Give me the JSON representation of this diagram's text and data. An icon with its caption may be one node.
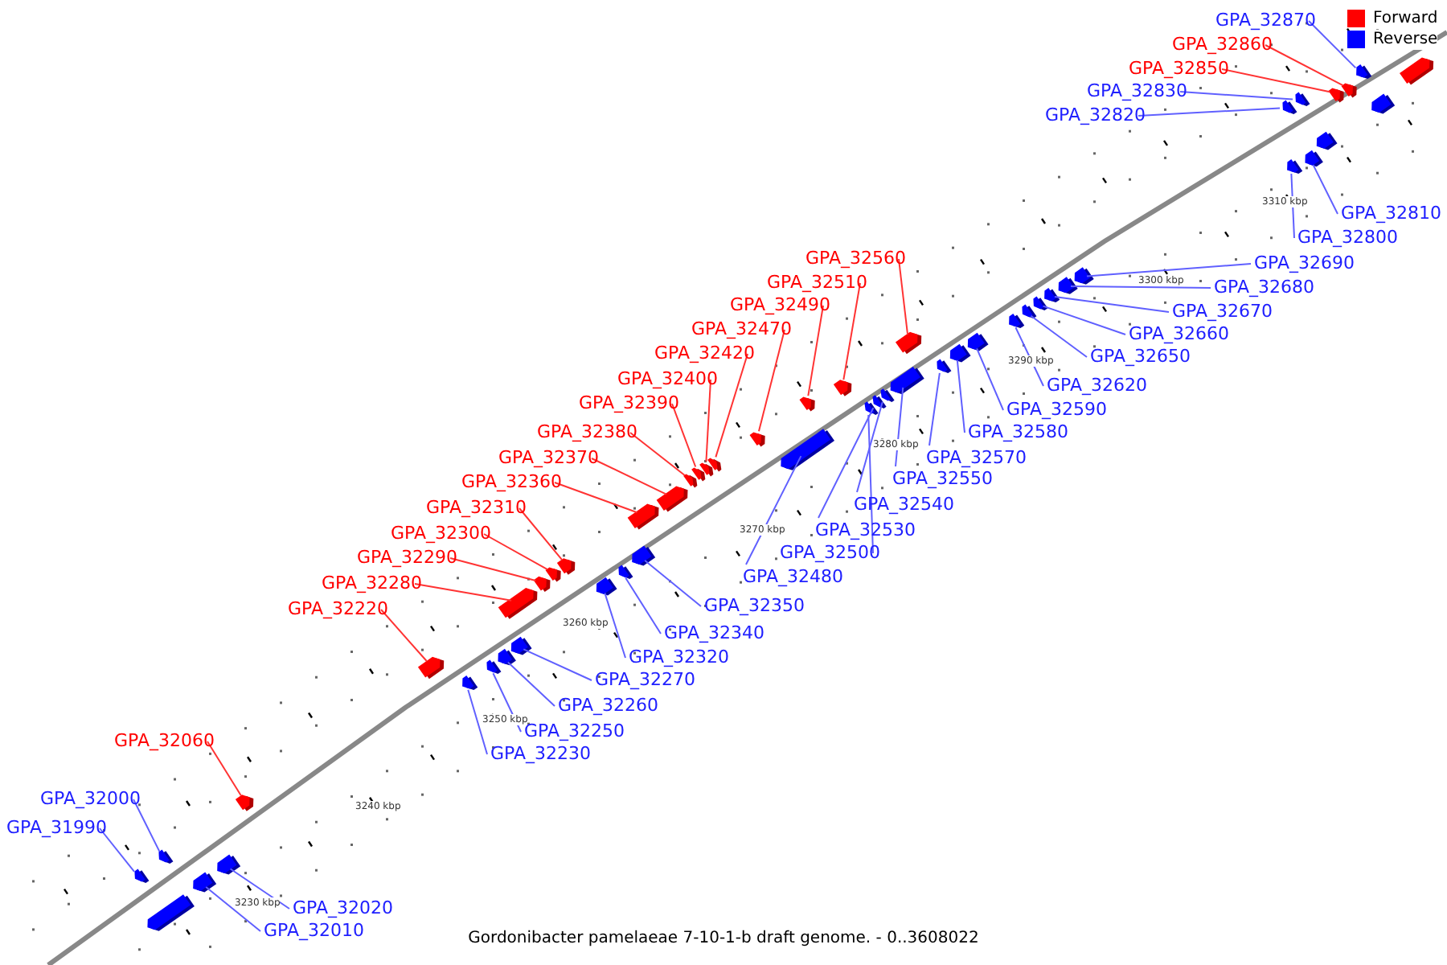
{
  "diagram": {
    "caption": "Gordonibacter pamelaeae 7-10-1-b draft genome. - 0..3608022",
    "nodes": [
      {
        "text": [
          "GPA_32870"
        ]
      },
      {
        "text": [
          "GPA_32860"
        ]
      },
      {
        "text": [
          "GPA_32850"
        ]
      },
      {
        "text": [
          "GPA_32830"
        ]
      },
      {
        "text": [
          "GPA_32820"
        ]
      },
      {
        "text": [
          "GPA_32810"
        ]
      },
      {
        "text": [
          "GPA_32800"
        ]
      },
      {
        "text": [
          "GPA_32560"
        ]
      },
      {
        "text": [
          "GPA_32690"
        ]
      },
      {
        "text": [
          "GPA_32510"
        ]
      },
      {
        "text": [
          "GPA_32680"
        ]
      },
      {
        "text": [
          "GPA_32490"
        ]
      },
      {
        "text": [
          "GPA_32670"
        ]
      },
      {
        "text": [
          "GPA_32470"
        ]
      },
      {
        "text": [
          "GPA_32660"
        ]
      },
      {
        "text": [
          "GPA_32420"
        ]
      },
      {
        "text": [
          "GPA_32650"
        ]
      },
      {
        "text": [
          "GPA_32400"
        ]
      },
      {
        "text": [
          "GPA_32620"
        ]
      },
      {
        "text": [
          "GPA_32390"
        ]
      },
      {
        "text": [
          "GPA_32590"
        ]
      },
      {
        "text": [
          "GPA_32380"
        ]
      },
      {
        "text": [
          "GPA_32580"
        ]
      },
      {
        "text": [
          "GPA_32370"
        ]
      },
      {
        "text": [
          "GPA_32570"
        ]
      },
      {
        "text": [
          "GPA_32360"
        ]
      },
      {
        "text": [
          "GPA_32550"
        ]
      },
      {
        "text": [
          "GPA_32310"
        ]
      },
      {
        "text": [
          "GPA_32540"
        ]
      },
      {
        "text": [
          "GPA_32300"
        ]
      },
      {
        "text": [
          "GPA_32530"
        ]
      },
      {
        "text": [
          "GPA_32500"
        ]
      },
      {
        "text": [
          "GPA_32290"
        ]
      },
      {
        "text": [
          "GPA_32480"
        ]
      },
      {
        "text": [
          "GPA_32280"
        ]
      },
      {
        "text": [
          "GPA_32350"
        ]
      },
      {
        "text": [
          "GPA_32220"
        ]
      },
      {
        "text": [
          "GPA_32340"
        ]
      },
      {
        "text": [
          "GPA_32320"
        ]
      },
      {
        "text": [
          "GPA_32270"
        ]
      },
      {
        "text": [
          "GPA_32260"
        ]
      },
      {
        "text": [
          "GPA_32250"
        ]
      },
      {
        "text": [
          "GPA_32060"
        ]
      },
      {
        "text": [
          "GPA_32230"
        ]
      },
      {
        "text": [
          "GPA_32000"
        ]
      },
      {
        "text": [
          "GPA_31990"
        ]
      },
      {
        "text": [
          "GPA_32020"
        ]
      },
      {
        "text": [
          "GPA_32010"
        ]
      },
      {
        "text": [],
        "shape": "arrow"
      },
      {
        "text": [],
        "shape": "arrow"
      },
      {
        "text": [],
        "shape": "arrow"
      },
      {
        "text": [],
        "shape": "arrow"
      },
      {
        "text": [],
        "shape": "arrow"
      },
      {
        "text": [],
        "shape": "arrow"
      },
      {
        "text": [],
        "shape": "arrow"
      },
      {
        "text": [],
        "shape": "arrow"
      },
      {
        "text": [],
        "shape": "arrow"
      },
      {
        "text": [],
        "shape": "arrow"
      },
      {
        "text": [],
        "shape": "arrow"
      },
      {
        "text": [],
        "shape": "arrow"
      },
      {
        "text": [],
        "shape": "arrow"
      },
      {
        "text": [],
        "shape": "arrow"
      },
      {
        "text": [],
        "shape": "arrow"
      },
      {
        "text": [],
        "shape": "arrow"
      },
      {
        "text": [],
        "shape": "arrow"
      },
      {
        "text": [],
        "shape": "arrow"
      },
      {
        "text": [],
        "shape": "arrow"
      },
      {
        "text": [],
        "shape": "arrow"
      },
      {
        "text": [],
        "shape": "arrow"
      },
      {
        "text": [],
        "shape": "arrow"
      },
      {
        "text": [],
        "shape": "arrow"
      },
      {
        "text": [],
        "shape": "arrow"
      },
      {
        "text": [],
        "shape": "arrow"
      },
      {
        "text": [],
        "shape": "arrow"
      },
      {
        "text": [],
        "shape": "arrow"
      },
      {
        "text": [],
        "shape": "arrow"
      },
      {
        "text": [],
        "shape": "arrow"
      },
      {
        "text": [],
        "shape": "arrow"
      },
      {
        "text": [],
        "shape": "arrow"
      },
      {
        "text": [],
        "shape": "arrow"
      },
      {
        "text": [],
        "shape": "arrow"
      },
      {
        "text": [],
        "shape": "arrow"
      },
      {
        "text": [],
        "shape": "arrow"
      },
      {
        "text": [],
        "shape": "arrow"
      },
      {
        "text": [],
        "shape": "arrow"
      },
      {
        "text": [],
        "shape": "arrow"
      },
      {
        "text": [],
        "shape": "arrow"
      },
      {
        "text": [],
        "shape": "arrow"
      },
      {
        "text": [],
        "shape": "arrow"
      },
      {
        "text": [],
        "shape": "arrow"
      },
      {
        "text": [],
        "shape": "arrow"
      },
      {
        "text": [],
        "shape": "arrow"
      },
      {
        "text": [],
        "shape": "arrow"
      },
      {
        "text": [],
        "shape": "arrow"
      },
      {
        "text": [],
        "shape": "arrow"
      },
      {
        "text": [],
        "shape": "arrow"
      },
      {
        "text": [],
        "shape": "arrow"
      },
      {
        "text": [],
        "shape": "arrow"
      },
      {
        "text": [],
        "shape": "arrow"
      },
      {
        "text": [],
        "shape": "arrow"
      }
    ],
    "edges": [
      {
        "from": 0,
        "to": 48,
        "arrow": "none"
      },
      {
        "from": 1,
        "to": 49,
        "arrow": "none",
        "color": "#ff3333"
      },
      {
        "from": 2,
        "to": 50,
        "arrow": "none",
        "color": "#ff3333"
      },
      {
        "from": 3,
        "to": 51,
        "arrow": "none"
      },
      {
        "from": 4,
        "to": 52,
        "arrow": "none"
      },
      {
        "from": 5,
        "to": 53,
        "arrow": "none"
      },
      {
        "from": 6,
        "to": 54,
        "arrow": "none"
      },
      {
        "from": 7,
        "to": 55,
        "arrow": "none",
        "color": "#ff3333"
      },
      {
        "from": 8,
        "to": 56,
        "arrow": "none"
      },
      {
        "from": 9,
        "to": 57,
        "arrow": "none",
        "color": "#ff3333"
      },
      {
        "from": 10,
        "to": 58,
        "arrow": "none"
      },
      {
        "from": 11,
        "to": 59,
        "arrow": "none",
        "color": "#ff3333"
      },
      {
        "from": 12,
        "to": 60,
        "arrow": "none"
      },
      {
        "from": 13,
        "to": 61,
        "arrow": "none",
        "color": "#ff3333"
      },
      {
        "from": 14,
        "to": 62,
        "arrow": "none"
      },
      {
        "from": 15,
        "to": 63,
        "arrow": "none",
        "color": "#ff3333"
      },
      {
        "from": 16,
        "to": 64,
        "arrow": "none"
      },
      {
        "from": 17,
        "to": 65,
        "arrow": "none",
        "color": "#ff3333"
      },
      {
        "from": 18,
        "to": 66,
        "arrow": "none"
      },
      {
        "from": 19,
        "to": 67,
        "arrow": "none",
        "color": "#ff3333"
      },
      {
        "from": 20,
        "to": 68,
        "arrow": "none"
      },
      {
        "from": 21,
        "to": 69,
        "arrow": "none",
        "color": "#ff3333"
      },
      {
        "from": 22,
        "to": 70,
        "arrow": "none"
      },
      {
        "from": 23,
        "to": 71,
        "arrow": "none",
        "color": "#ff3333"
      },
      {
        "from": 24,
        "to": 72,
        "arrow": "none"
      },
      {
        "from": 25,
        "to": 73,
        "arrow": "none",
        "color": "#ff3333"
      },
      {
        "from": 26,
        "to": 74,
        "arrow": "none"
      },
      {
        "from": 27,
        "to": 75,
        "arrow": "none",
        "color": "#ff3333"
      },
      {
        "from": 28,
        "to": 76,
        "arrow": "none"
      },
      {
        "from": 29,
        "to": 77,
        "arrow": "none",
        "color": "#ff3333"
      },
      {
        "from": 30,
        "to": 78,
        "arrow": "none"
      },
      {
        "from": 31,
        "to": 79,
        "arrow": "none"
      },
      {
        "from": 32,
        "to": 80,
        "arrow": "none",
        "color": "#ff3333"
      },
      {
        "from": 33,
        "to": 81,
        "arrow": "none"
      },
      {
        "from": 34,
        "to": 82,
        "arrow": "none",
        "color": "#ff3333"
      },
      {
        "from": 35,
        "to": 83,
        "arrow": "none"
      },
      {
        "from": 36,
        "to": 84,
        "arrow": "none",
        "color": "#ff3333"
      },
      {
        "from": 37,
        "to": 85,
        "arrow": "none"
      },
      {
        "from": 38,
        "to": 86,
        "arrow": "none"
      },
      {
        "from": 39,
        "to": 87,
        "arrow": "none"
      },
      {
        "from": 40,
        "to": 88,
        "arrow": "none"
      },
      {
        "from": 41,
        "to": 89,
        "arrow": "none"
      },
      {
        "from": 42,
        "to": 90,
        "arrow": "none",
        "color": "#ff3333"
      },
      {
        "from": 43,
        "to": 91,
        "arrow": "none"
      },
      {
        "from": 44,
        "to": 92,
        "arrow": "none"
      },
      {
        "from": 45,
        "to": 93,
        "arrow": "none"
      },
      {
        "from": 46,
        "to": 94,
        "arrow": "none"
      },
      {
        "from": 47,
        "to": 95,
        "arrow": "none"
      }
    ],
    "labels": [
      "3310 kbp",
      "3300 kbp",
      "3290 kbp",
      "3280 kbp",
      "3270 kbp",
      "3260 kbp",
      "3250 kbp",
      "3240 kbp",
      "3230 kbp"
    ],
    "legend": [
      {
        "text": "Forward",
        "color": "#ff0000"
      },
      {
        "text": "Reverse",
        "color": "#0000ff"
      }
    ]
  }
}
